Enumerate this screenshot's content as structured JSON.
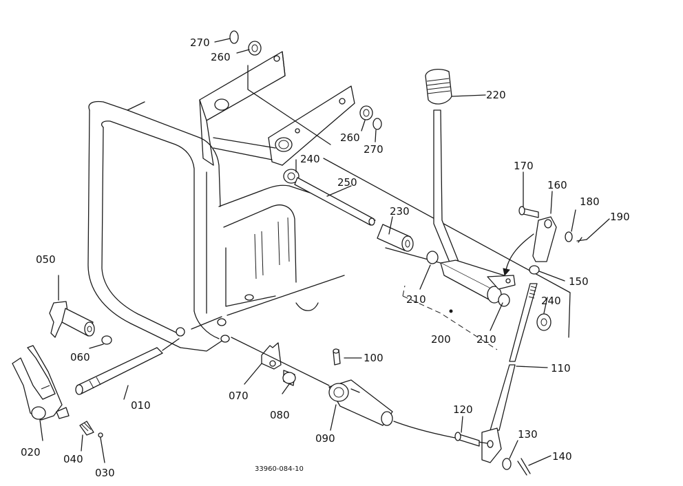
{
  "part_labels": [
    "270",
    "260",
    "260",
    "270",
    "240",
    "250",
    "230",
    "220",
    "170",
    "160",
    "180",
    "190",
    "150",
    "240",
    "210",
    "210",
    "200",
    "050",
    "060",
    "010",
    "070",
    "080",
    "100",
    "090",
    "110",
    "120",
    "130",
    "140",
    "020",
    "040",
    "030"
  ],
  "drawing_number": "33960-084-10"
}
